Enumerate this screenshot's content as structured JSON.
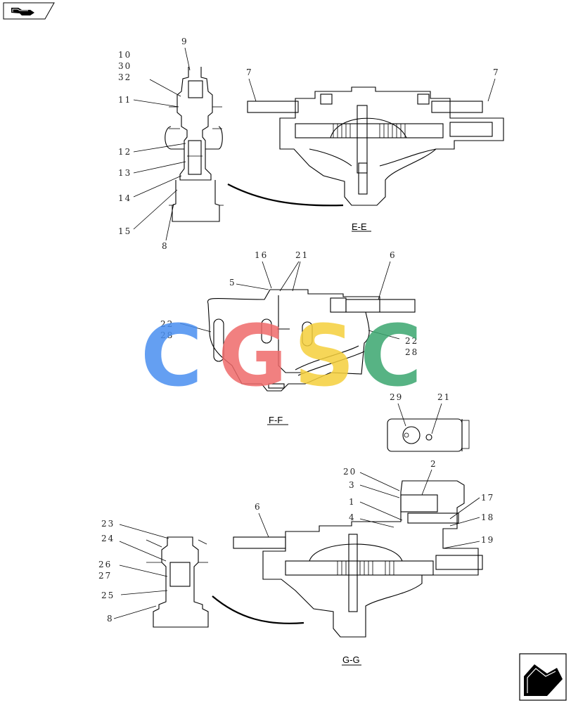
{
  "sections": {
    "ee": "E-E",
    "ff": "F-F",
    "gg": "G-G"
  },
  "callouts": {
    "c9": "9",
    "c10": "10",
    "c30": "30",
    "c32": "32",
    "c11": "11",
    "c12": "12",
    "c13": "13",
    "c14": "14",
    "c15": "15",
    "c8a": "8",
    "c7a": "7",
    "c7b": "7",
    "c16": "16",
    "c21a": "21",
    "c5": "5",
    "c6a": "6",
    "c22a": "22",
    "c28a": "28",
    "c22b": "22",
    "c28b": "28",
    "c29": "29",
    "c21b": "21",
    "c20": "20",
    "c2": "2",
    "c3": "3",
    "c1": "1",
    "c17": "17",
    "c4": "4",
    "c18": "18",
    "c19": "19",
    "c6b": "6",
    "c23": "23",
    "c24": "24",
    "c26": "26",
    "c27": "27",
    "c25": "25",
    "c8b": "8"
  },
  "watermark": {
    "letters": [
      "C",
      "G",
      "S",
      "C"
    ],
    "colors": [
      "#4a8ff0",
      "#ef6a6a",
      "#f5cf3c",
      "#3aa66f"
    ]
  },
  "icons": {
    "top_left": "return-arrow-icon",
    "bottom_right": "next-page-arrow-icon"
  }
}
